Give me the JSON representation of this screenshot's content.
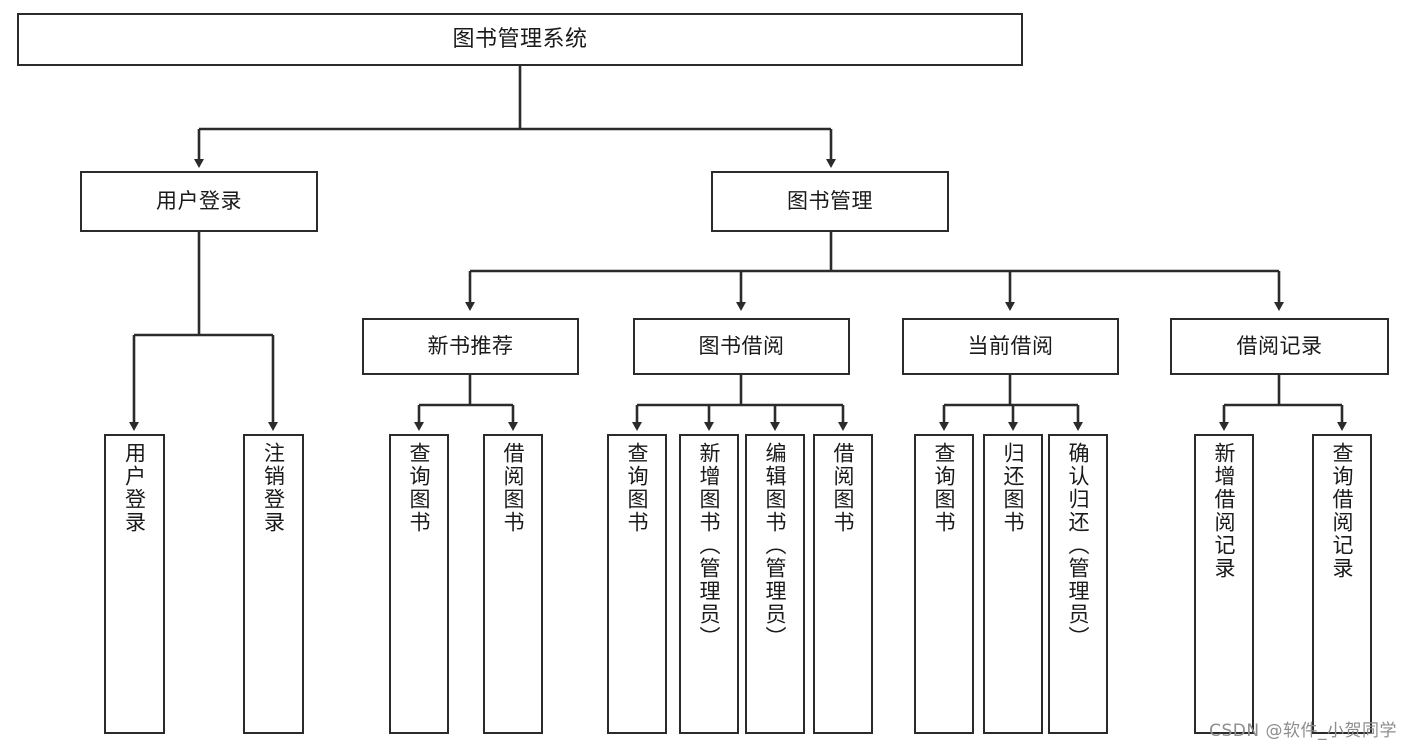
{
  "diagram": {
    "title": "图书管理系统",
    "type": "tree-hierarchy",
    "watermark": "CSDN @软件_小贺同学",
    "colors": {
      "stroke": "#2b2b2b",
      "fill": "#ffffff",
      "text": "#1a1a1a",
      "watermark": "#8d8d8d"
    },
    "nodes": {
      "root": {
        "label": "图书管理系统"
      },
      "level1": [
        {
          "id": "user-login",
          "label": "用户登录"
        },
        {
          "id": "book-manage",
          "label": "图书管理"
        }
      ],
      "level2": [
        {
          "id": "new-book-rec",
          "label": "新书推荐"
        },
        {
          "id": "book-borrow",
          "label": "图书借阅"
        },
        {
          "id": "current-borrow",
          "label": "当前借阅"
        },
        {
          "id": "borrow-record",
          "label": "借阅记录"
        }
      ],
      "leaves": {
        "user-login": [
          {
            "id": "leaf-user-login",
            "label": "用户登录"
          },
          {
            "id": "leaf-user-logout",
            "label": "注销登录"
          }
        ],
        "new-book-rec": [
          {
            "id": "leaf-query-book-1",
            "label": "查询图书"
          },
          {
            "id": "leaf-borrow-book-1",
            "label": "借阅图书"
          }
        ],
        "book-borrow": [
          {
            "id": "leaf-query-book-2",
            "label": "查询图书"
          },
          {
            "id": "leaf-add-book",
            "label": "新增图书（管理员）"
          },
          {
            "id": "leaf-edit-book",
            "label": "编辑图书（管理员）"
          },
          {
            "id": "leaf-borrow-book-2",
            "label": "借阅图书"
          }
        ],
        "current-borrow": [
          {
            "id": "leaf-query-book-3",
            "label": "查询图书"
          },
          {
            "id": "leaf-return-book",
            "label": "归还图书"
          },
          {
            "id": "leaf-confirm-return",
            "label": "确认归还（管理员）"
          }
        ],
        "borrow-record": [
          {
            "id": "leaf-add-record",
            "label": "新增借阅记录"
          },
          {
            "id": "leaf-query-record",
            "label": "查询借阅记录"
          }
        ]
      }
    }
  }
}
